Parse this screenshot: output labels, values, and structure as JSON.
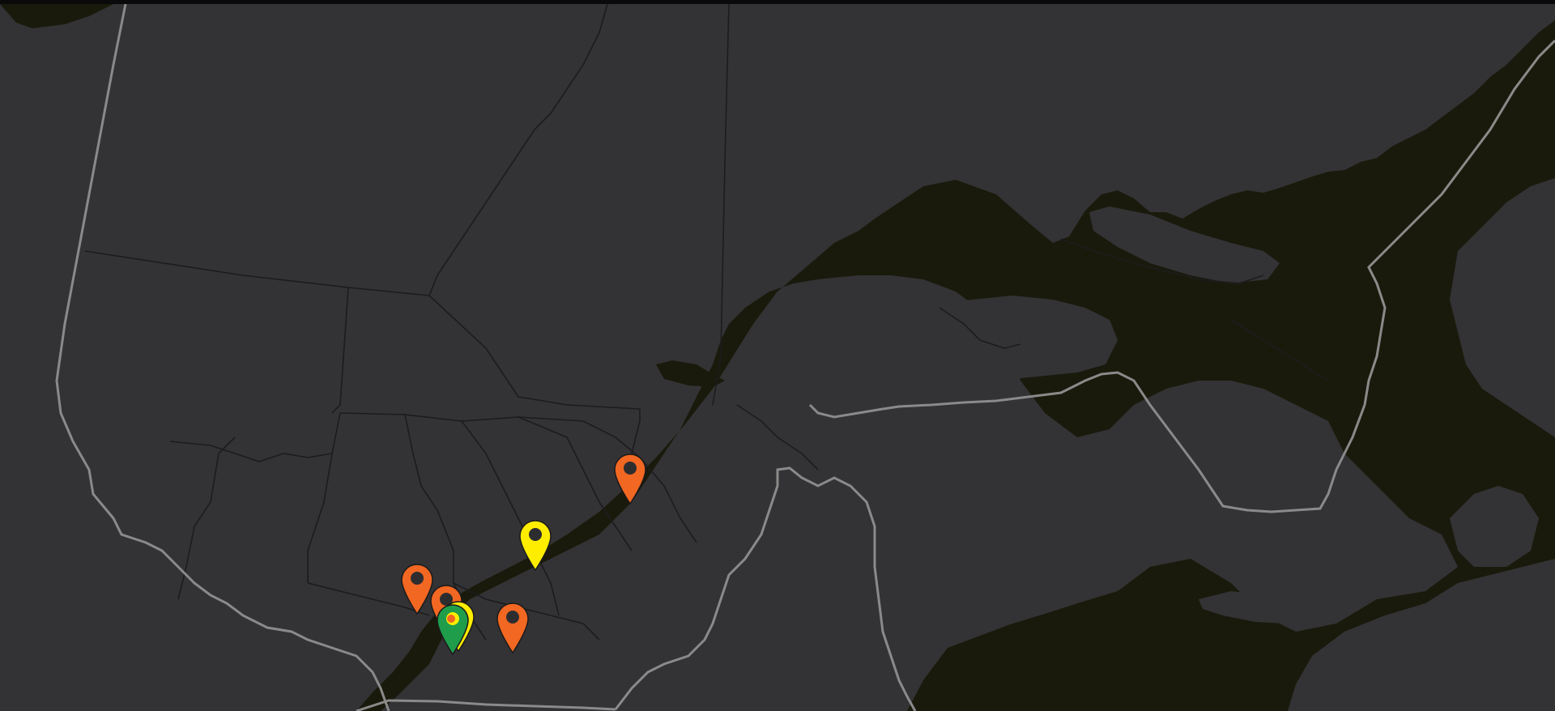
{
  "map": {
    "theme": "dark",
    "colors": {
      "land": "#333336",
      "water": "#1a1a0c",
      "region_border": "#1c1c1e",
      "country_border": "#8a8a8a",
      "marker_center": "#2d2d30",
      "marker_outline": "#1a1a1a"
    }
  },
  "legend_colors": {
    "orange": "#f26722",
    "yellow": "#ffed00",
    "green": "#1f9d4b"
  },
  "markers": [
    {
      "name": "map-marker-orange-1",
      "color": "#f26722"
    },
    {
      "name": "map-marker-yellow-1",
      "color": "#ffed00"
    },
    {
      "name": "map-marker-orange-2",
      "color": "#f26722"
    },
    {
      "name": "map-marker-orange-3",
      "color": "#f26722"
    },
    {
      "name": "map-marker-yellow-2",
      "color": "#ffed00"
    },
    {
      "name": "map-marker-orange-4",
      "color": "#f26722"
    },
    {
      "name": "map-marker-green-1",
      "color": "#1f9d4b"
    }
  ]
}
